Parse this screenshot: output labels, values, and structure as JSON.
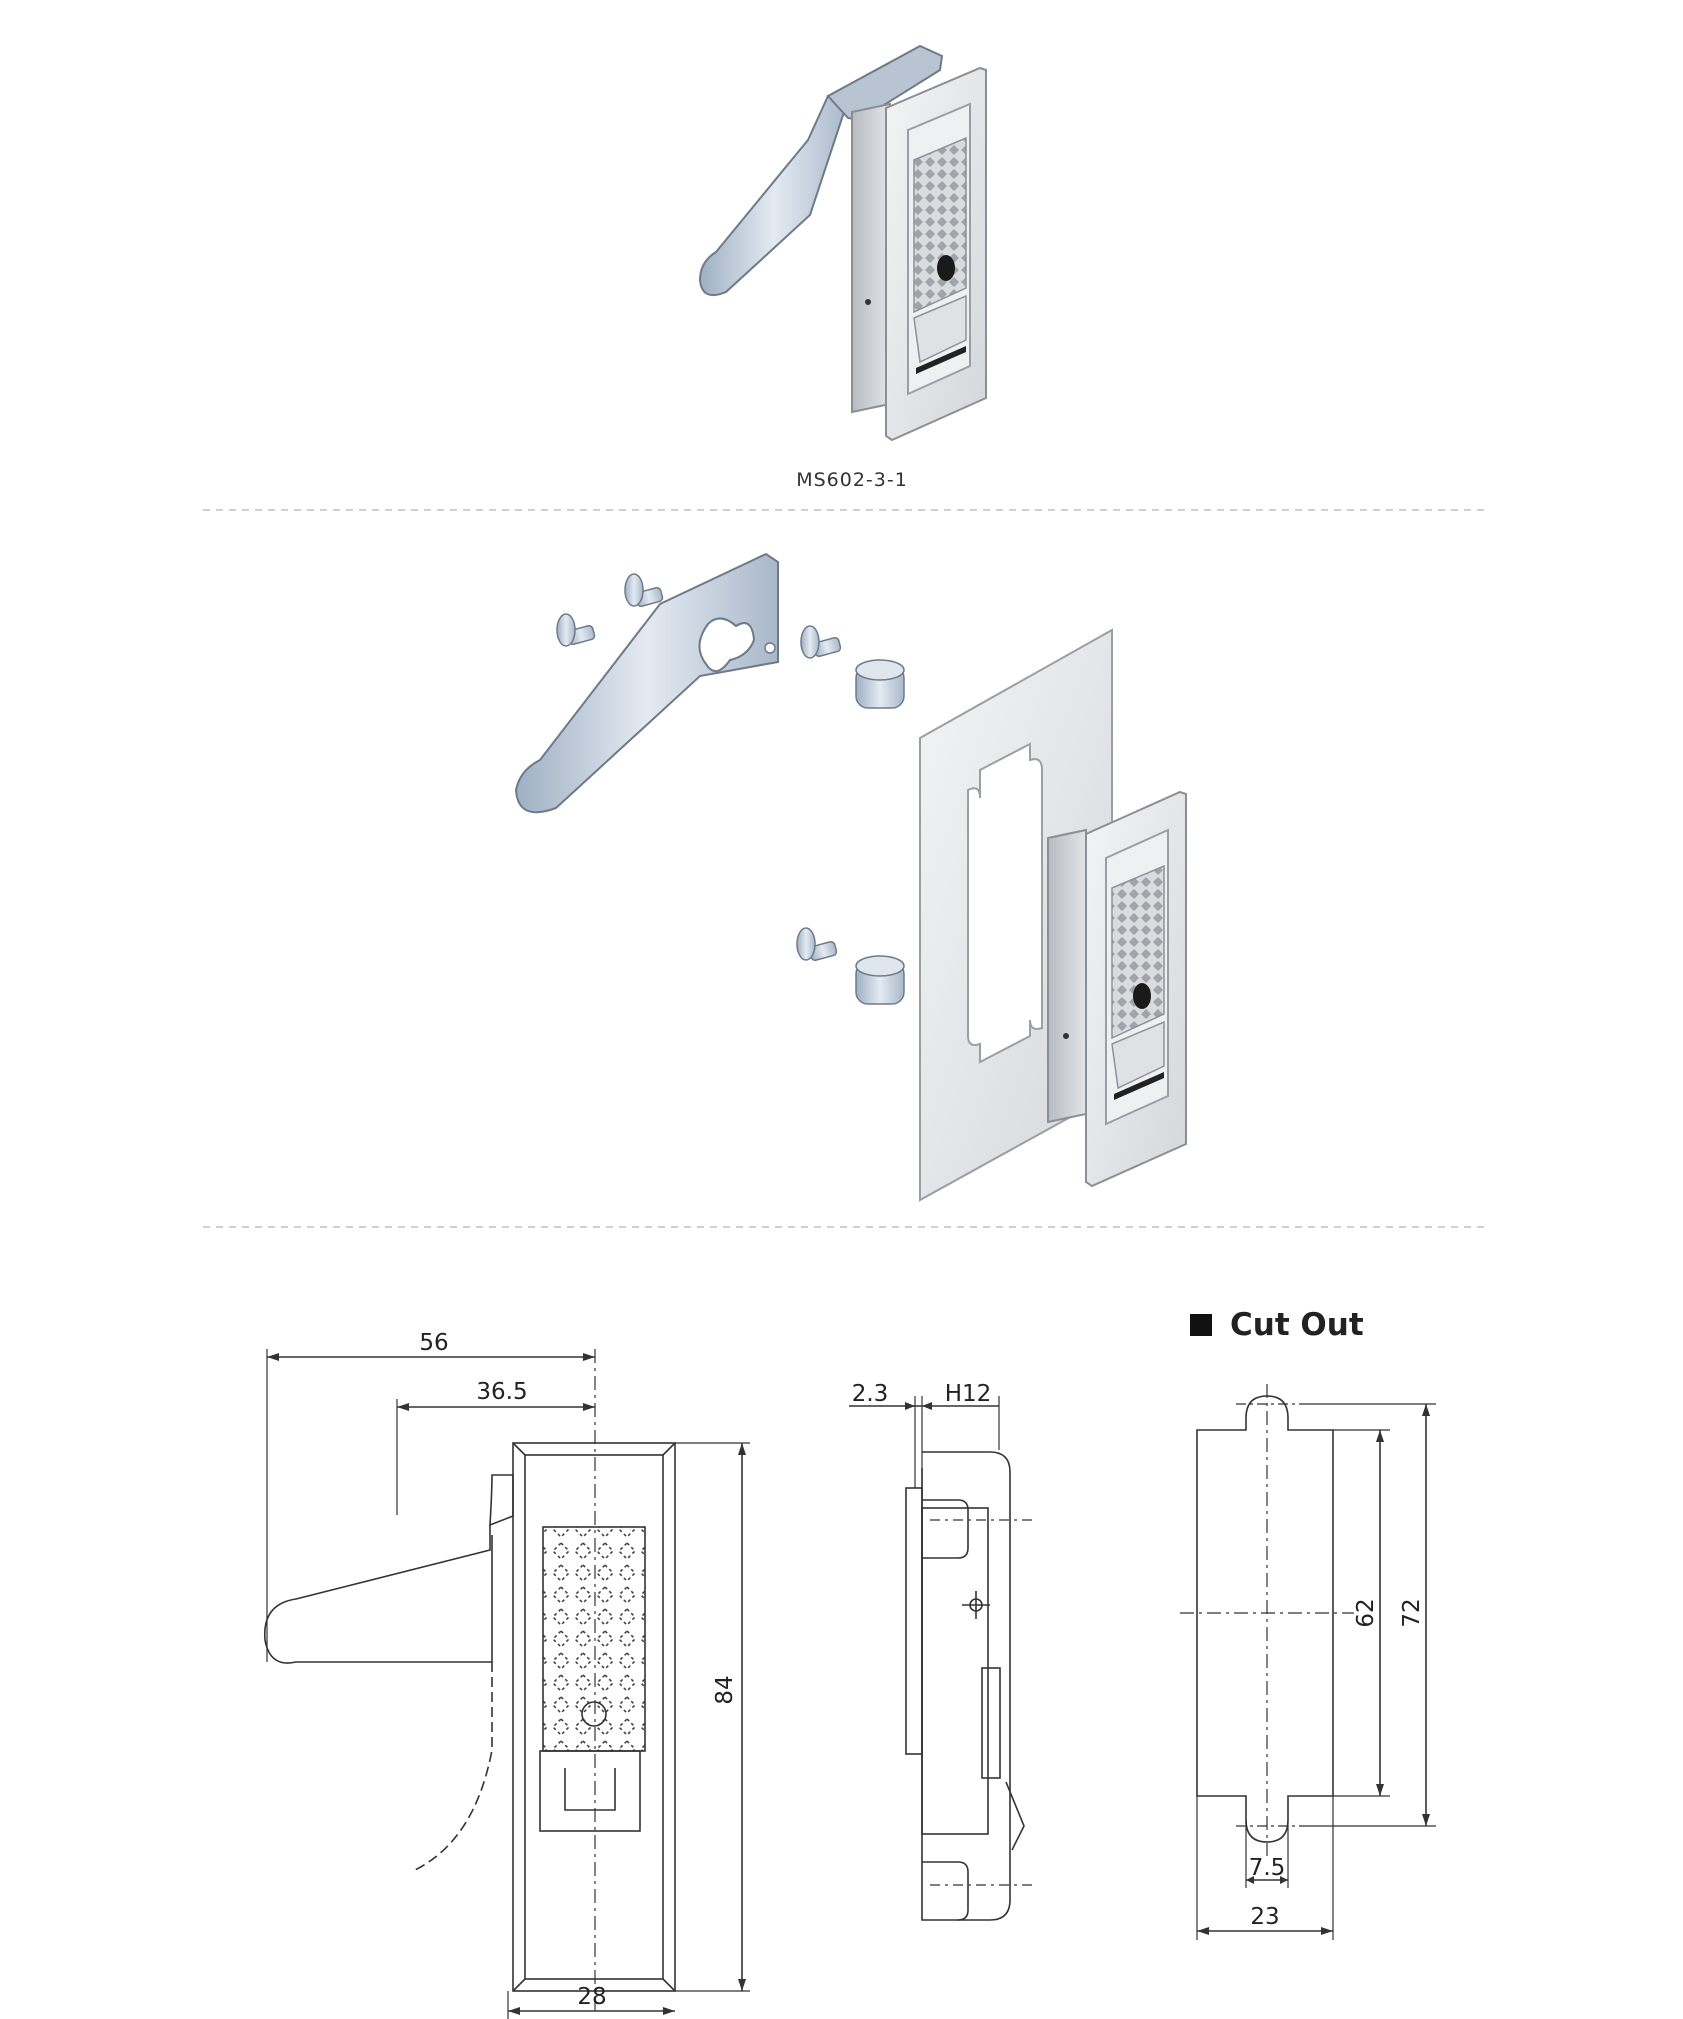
{
  "product_caption": "MS602-3-1",
  "cutout_title": "Cut Out",
  "dimensions": {
    "front_overall_width": "56",
    "front_handle_offset": "36.5",
    "front_height": "84",
    "front_body_width": "28",
    "side_thickness": "2.3",
    "side_tolerance": "H12",
    "cutout_inner_height": "62",
    "cutout_overall_height": "72",
    "cutout_tab_width": "7.5",
    "cutout_width": "23"
  },
  "colors": {
    "metal_light": "#e8e9eb",
    "metal_mid": "#c9ccd1",
    "metal_dark": "#8f949b",
    "zinc_blue": "#b9c6d6",
    "line": "#333333",
    "divider": "#cfcfcf"
  }
}
